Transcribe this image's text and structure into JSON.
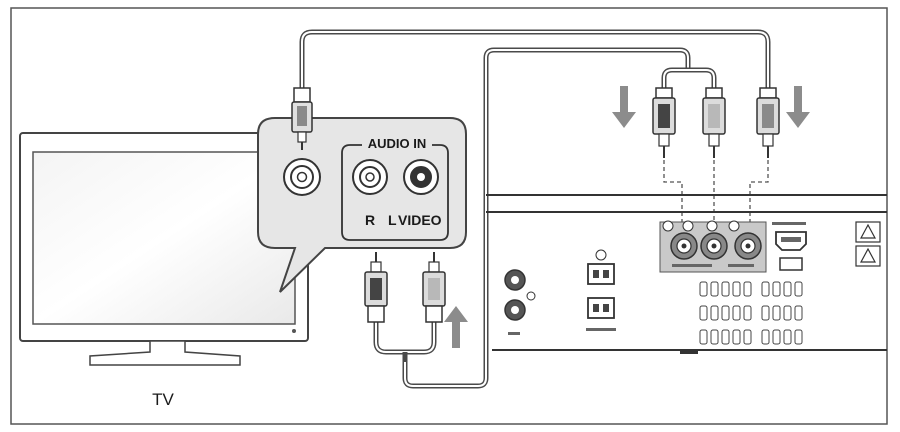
{
  "labels": {
    "tv": "TV",
    "audio_in": "AUDIO IN",
    "r": "R",
    "l": "L",
    "video": "VIDEO"
  },
  "icons": [
    "arrow-down-icon",
    "arrow-down-icon",
    "arrow-up-icon",
    "warning-icon",
    "warning-icon",
    "rca-plug-icon",
    "rca-jack-icon",
    "hdmi-port-icon"
  ],
  "colors": {
    "line": "#4a4a4a",
    "panel_fill": "#e6e6e6",
    "arrow": "#8c8c8c",
    "port_panel": "#c9c9c9"
  }
}
